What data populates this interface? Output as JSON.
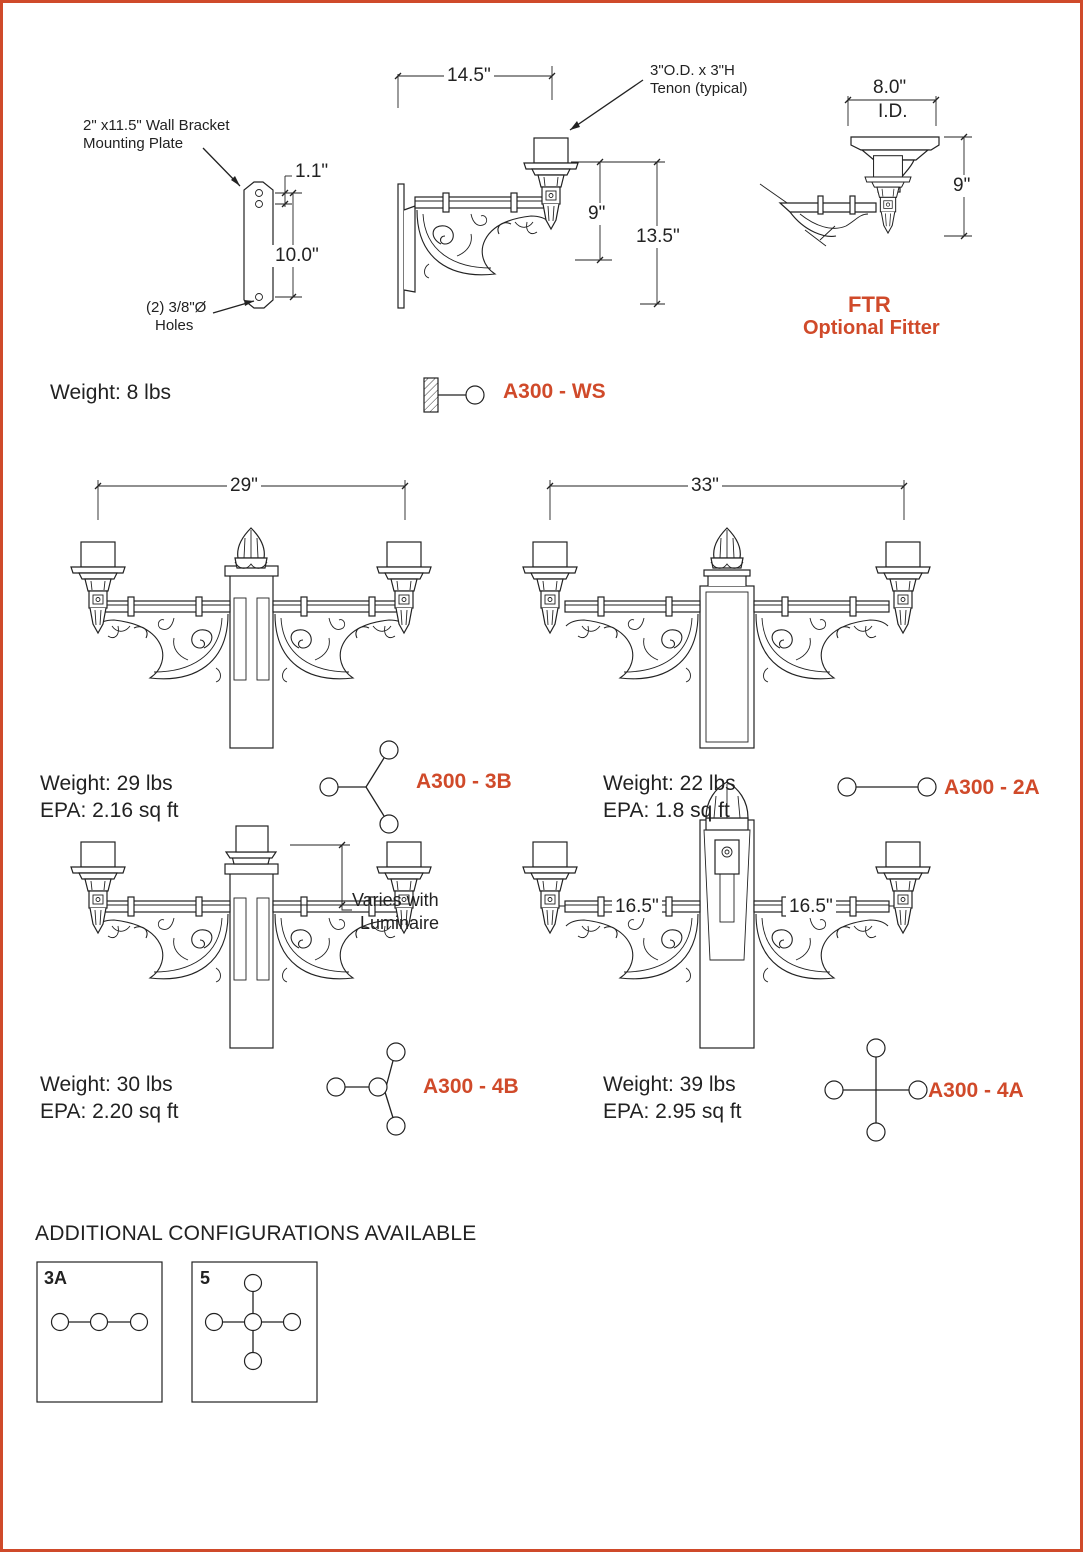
{
  "colors": {
    "border": "#cf4a2a",
    "accent": "#d04a2a",
    "ink": "#222222"
  },
  "wall_bracket": {
    "plate_label_1": "2\" x11.5\" Wall Bracket",
    "plate_label_2": "Mounting Plate",
    "dim_top": "1.1\"",
    "dim_holes": "10.0\"",
    "holes_label_1": "(2) 3/8\"Ø",
    "holes_label_2": "Holes",
    "dim_arm": "14.5\"",
    "tenon_label_1": "3\"O.D. x 3\"H",
    "tenon_label_2": "Tenon  (typical)",
    "dim_height_a": "9\"",
    "dim_height_b": "13.5\"",
    "weight": "Weight: 8 lbs",
    "model": "A300 - WS"
  },
  "fitter": {
    "dim_id_1": "8.0\"",
    "dim_id_2": "I.D.",
    "dim_height": "9\"",
    "title": "FTR",
    "subtitle": "Optional Fitter"
  },
  "config_3b": {
    "dim_width": "29\"",
    "weight": "Weight: 29 lbs",
    "epa": "EPA: 2.16 sq ft",
    "model": "A300 - 3B"
  },
  "config_2a": {
    "dim_width": "33\"",
    "weight": "Weight: 22 lbs",
    "epa": "EPA: 1.8 sq ft",
    "model": "A300 - 2A"
  },
  "config_4b": {
    "varies_1": "Varies with",
    "varies_2": "Luminaire",
    "weight": "Weight: 30 lbs",
    "epa": "EPA: 2.20 sq ft",
    "model": "A300 - 4B"
  },
  "config_4a": {
    "dim_left": "16.5\"",
    "dim_right": "16.5\"",
    "weight": "Weight: 39 lbs",
    "epa": "EPA: 2.95 sq ft",
    "model": "A300 - 4A"
  },
  "additional": {
    "heading": "ADDITIONAL CONFIGURATIONS AVAILABLE",
    "boxes": [
      {
        "label": "3A"
      },
      {
        "label": "5"
      }
    ]
  }
}
